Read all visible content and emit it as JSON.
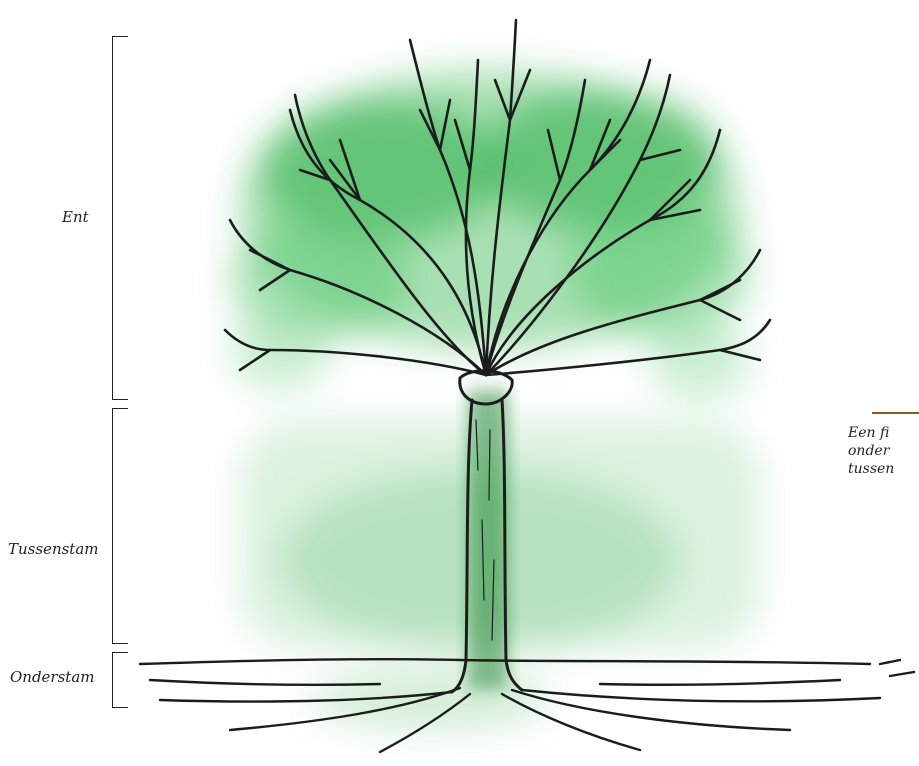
{
  "labels": {
    "ent": "Ent",
    "tussenstam": "Tussenstam",
    "onderstam": "Onderstam"
  },
  "caption": {
    "line1": "Een fi",
    "line2": "onder",
    "line3": "tussen"
  },
  "colors": {
    "foliage": "#2fae48",
    "ink": "#1c1c1c",
    "caption_rule": "#8a5a2b"
  }
}
